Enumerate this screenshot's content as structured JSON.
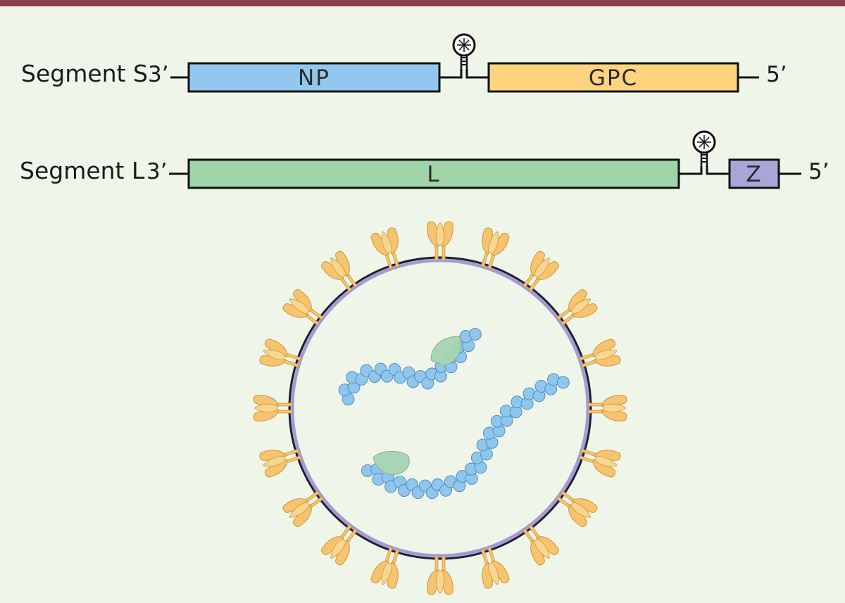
{
  "colors": {
    "top_bar": "#8c3e4e",
    "background": "#f0f5ea",
    "np": "#92c8ef",
    "gpc": "#fcd37f",
    "l": "#9fd5a8",
    "z": "#a9a5d8",
    "envelope": "#a49bd6",
    "glycoprotein": "#f6c46e",
    "nucleoprotein": "#8fc6ee",
    "polymerase": "#a7d5b3"
  },
  "segments": [
    {
      "name": "Segment S",
      "end3": "3’",
      "end5": "5’",
      "genes": [
        {
          "label": "NP",
          "color_key": "np"
        },
        {
          "label": "GPC",
          "color_key": "gpc"
        }
      ],
      "hairpin_icon": "hairpin-loop-icon"
    },
    {
      "name": "Segment L",
      "end3": "3’",
      "end5": "5’",
      "genes": [
        {
          "label": "L",
          "color_key": "l"
        },
        {
          "label": "Z",
          "color_key": "z"
        }
      ],
      "hairpin_icon": "hairpin-loop-icon"
    }
  ],
  "virion": {
    "glycoprotein_spike_count": 20,
    "rnp_count": 2
  }
}
